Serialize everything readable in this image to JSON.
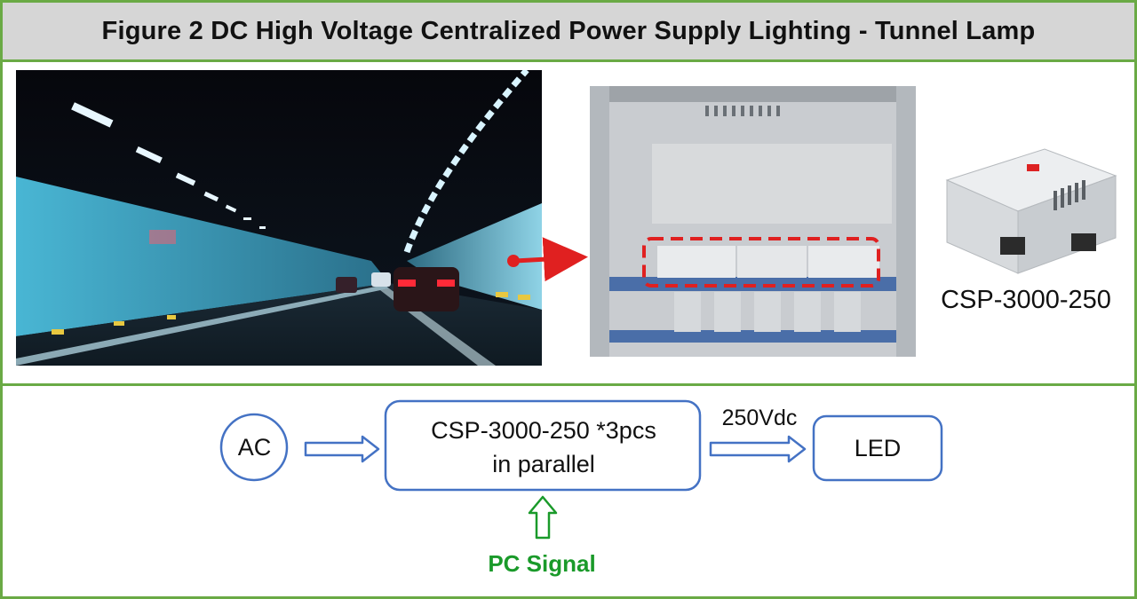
{
  "title": "Figure 2  DC High Voltage Centralized Power Supply Lighting - Tunnel Lamp",
  "photos": {
    "product_caption": "CSP-3000-250"
  },
  "flow": {
    "ac": "AC",
    "supply_line1": "CSP-3000-250 *3pcs",
    "supply_line2": "in parallel",
    "output_voltage": "250Vdc",
    "load": "LED",
    "control_signal": "PC Signal"
  },
  "colors": {
    "frame_green": "#6aaa45",
    "title_band": "#d6d6d6",
    "box_blue": "#4472c4",
    "signal_green": "#1a9a2a",
    "callout_red": "#e02020"
  }
}
